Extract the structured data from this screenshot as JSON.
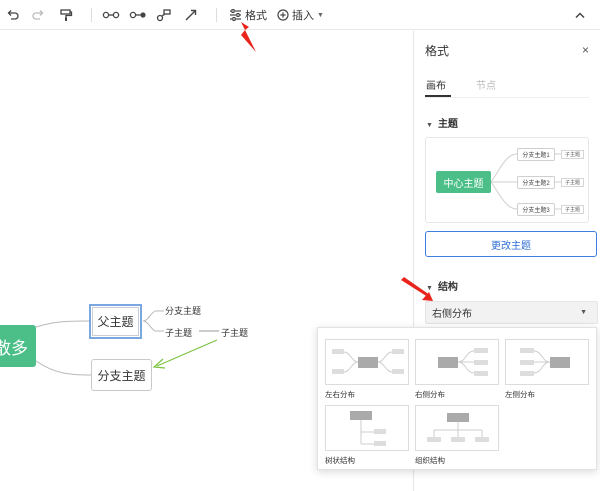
{
  "toolbar": {
    "format_label": "格式",
    "insert_label": "插入"
  },
  "canvas": {
    "root_partial": "散多",
    "parent_topic": "父主题",
    "branch_topic": "分支主题",
    "sub_branch": "分支主题",
    "child_topic_1": "子主题",
    "child_topic_2": "子主题"
  },
  "panel": {
    "title": "格式",
    "close": "×",
    "tabs": [
      {
        "label": "画布",
        "active": true
      },
      {
        "label": "节点",
        "active": false
      }
    ],
    "theme_section": "主题",
    "theme_preview": {
      "center": "中心主题",
      "branches": [
        "分支主题1",
        "分支主题2",
        "分支主题3"
      ],
      "sub": "子主题"
    },
    "change_theme": "更改主题",
    "structure_section": "结构",
    "structure_selected": "右侧分布"
  },
  "structure_options": [
    {
      "label": "左右分布"
    },
    {
      "label": "右侧分布"
    },
    {
      "label": "左侧分布"
    },
    {
      "label": "树状结构"
    },
    {
      "label": "组织结构"
    }
  ],
  "colors": {
    "accent_green": "#4bbf87",
    "accent_blue": "#3d7ee0",
    "annotation_red": "#e8241c",
    "connector_green": "#7cc243"
  }
}
